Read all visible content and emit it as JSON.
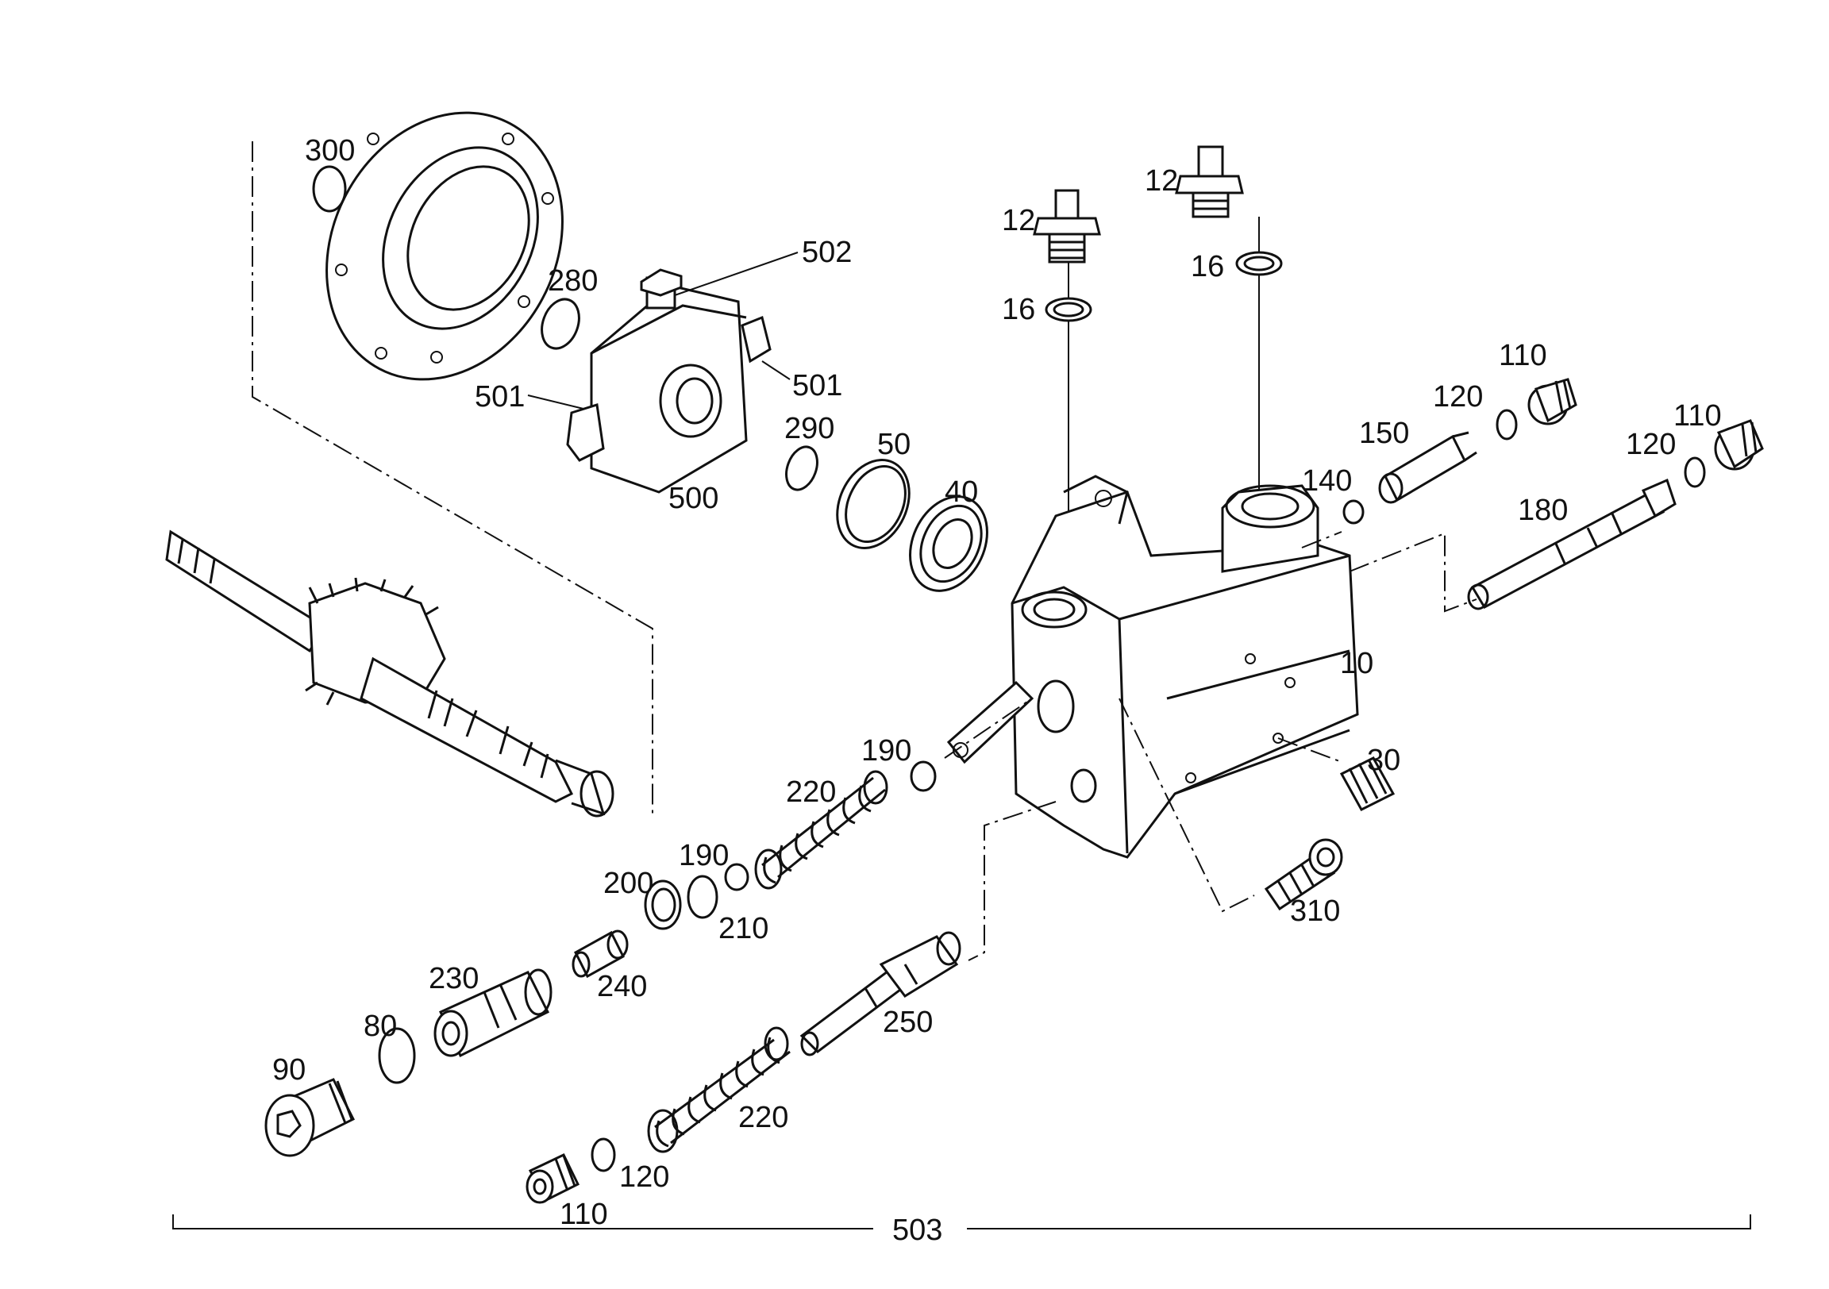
{
  "labels": {
    "l300": "300",
    "l280": "280",
    "l502": "502",
    "l501a": "501",
    "l501b": "501",
    "l500": "500",
    "l290": "290",
    "l50": "50",
    "l40": "40",
    "l12a": "12",
    "l16a": "16",
    "l12b": "12",
    "l16b": "16",
    "l110a": "110",
    "l120a": "120",
    "l150": "150",
    "l140": "140",
    "l110b": "110",
    "l120b": "120",
    "l180": "180",
    "l10": "10",
    "l30": "30",
    "l310": "310",
    "l190a": "190",
    "l220a": "220",
    "l190b": "190",
    "l200": "200",
    "l210": "210",
    "l240": "240",
    "l230": "230",
    "l80": "80",
    "l90": "90",
    "l250": "250",
    "l220b": "220",
    "l120c": "120",
    "l110c": "110",
    "l503": "503"
  },
  "colors": {
    "ink": "#111111",
    "background": "#ffffff"
  }
}
